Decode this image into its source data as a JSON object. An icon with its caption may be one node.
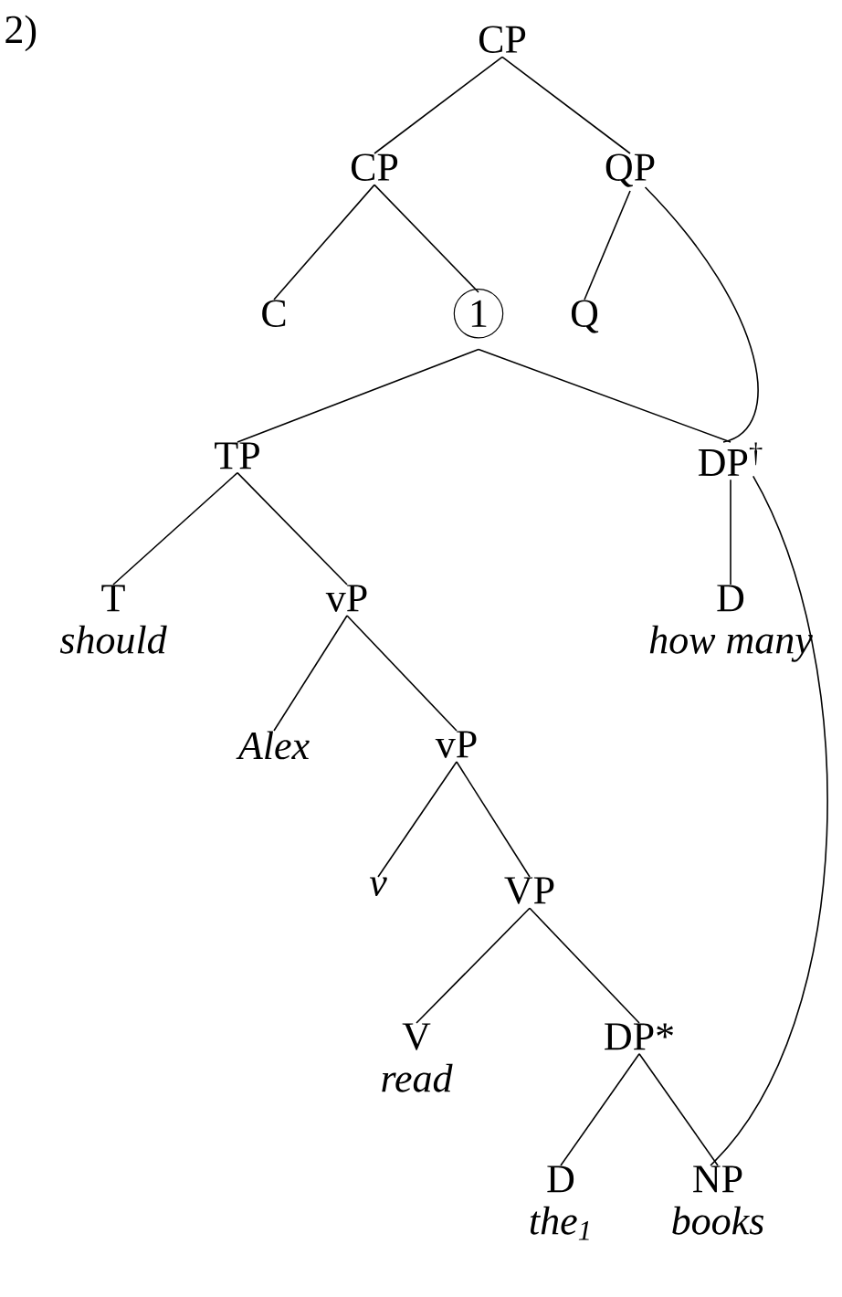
{
  "diagram": {
    "nodes": [
      {
        "text": [
          "CP"
        ]
      },
      {
        "text": [
          "CP"
        ]
      },
      {
        "text": [
          "QP"
        ]
      },
      {
        "text": [
          "C"
        ]
      },
      {
        "text": [
          "1"
        ]
      },
      {
        "text": [
          "Q"
        ]
      },
      {
        "text": [
          "TP"
        ]
      },
      {
        "text": [
          "DP$^{†}$"
        ]
      },
      {
        "text": [
          "T",
          "should"
        ]
      },
      {
        "text": [
          "vP"
        ]
      },
      {
        "text": [
          "D",
          "how many"
        ]
      },
      {
        "text": [
          "Alex"
        ]
      },
      {
        "text": [
          "vP"
        ]
      },
      {
        "text": [
          "v"
        ]
      },
      {
        "text": [
          "VP"
        ]
      },
      {
        "text": [
          "V",
          "read"
        ]
      },
      {
        "text": [
          "DP*"
        ]
      },
      {
        "text": [
          "D",
          "*the*$_{1}$"
        ]
      },
      {
        "text": [
          "NP",
          "books"
        ]
      }
    ],
    "edges": [
      {
        "from": 0,
        "to": 1,
        "arrow": "none"
      },
      {
        "from": 0,
        "to": 2,
        "arrow": "none"
      },
      {
        "from": 1,
        "to": 3,
        "arrow": "none"
      },
      {
        "from": 1,
        "to": 4,
        "arrow": "none"
      },
      {
        "from": 2,
        "to": 5,
        "arrow": "none"
      },
      {
        "from": 2,
        "to": 7,
        "arrow": "none"
      },
      {
        "from": 4,
        "to": 6,
        "arrow": "none"
      },
      {
        "from": 4,
        "to": 7,
        "arrow": "none"
      },
      {
        "from": 6,
        "to": 8,
        "arrow": "none"
      },
      {
        "from": 6,
        "to": 9,
        "arrow": "none"
      },
      {
        "from": 7,
        "to": 10,
        "arrow": "none"
      },
      {
        "from": 7,
        "to": 18,
        "arrow": "none"
      },
      {
        "from": 9,
        "to": 11,
        "arrow": "none"
      },
      {
        "from": 9,
        "to": 12,
        "arrow": "none"
      },
      {
        "from": 12,
        "to": 13,
        "arrow": "none"
      },
      {
        "from": 12,
        "to": 14,
        "arrow": "none"
      },
      {
        "from": 14,
        "to": 15,
        "arrow": "none"
      },
      {
        "from": 14,
        "to": 16,
        "arrow": "none"
      },
      {
        "from": 16,
        "to": 17,
        "arrow": "none"
      },
      {
        "from": 16,
        "to": 18,
        "arrow": "none"
      }
    ],
    "labels": [
      "2)"
    ]
  }
}
